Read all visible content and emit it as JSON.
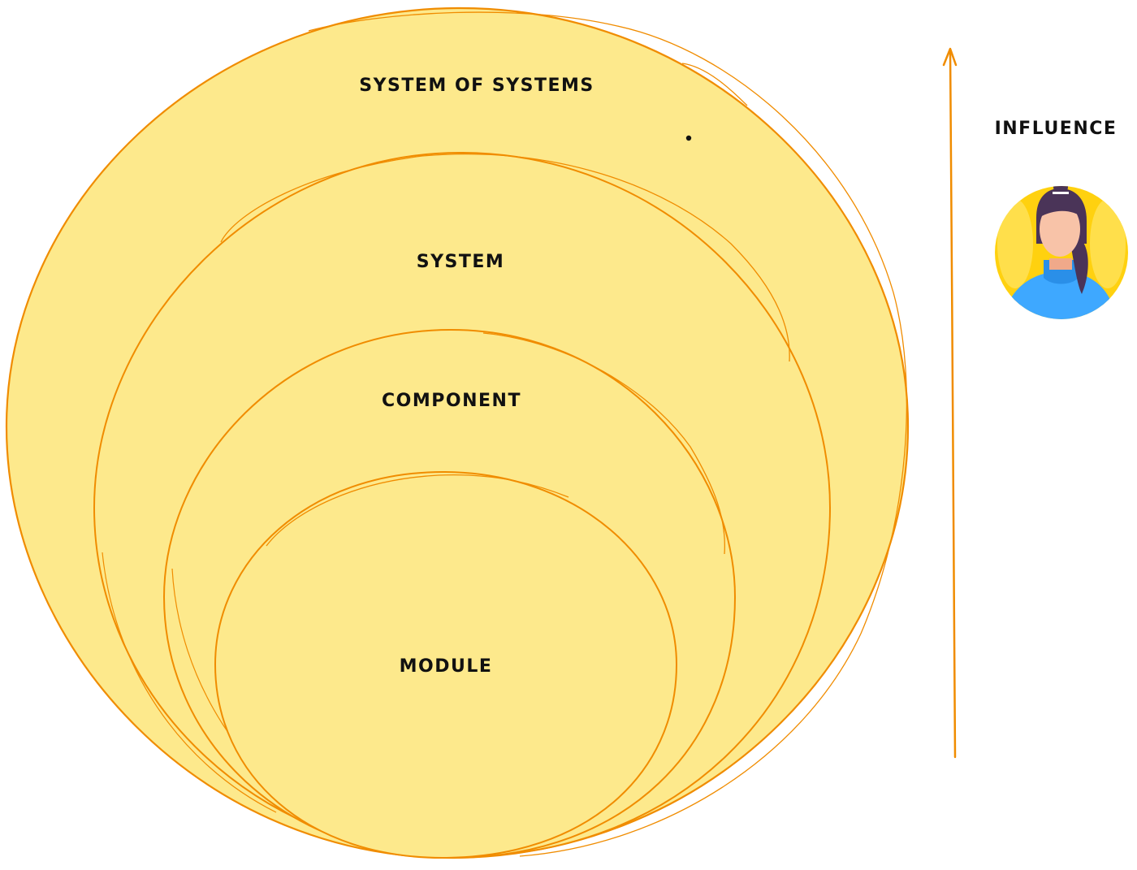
{
  "diagram": {
    "levels": [
      {
        "id": "system-of-systems",
        "label": "SYSTEM OF SYSTEMS"
      },
      {
        "id": "system",
        "label": "SYSTEM"
      },
      {
        "id": "component",
        "label": "COMPONENT"
      },
      {
        "id": "module",
        "label": "MODULE"
      }
    ],
    "axis": {
      "label": "INFLUENCE",
      "direction": "up"
    },
    "avatar": {
      "icon": "person-avatar-icon"
    },
    "colors": {
      "fill": "#fde98c",
      "stroke": "#f08c00",
      "avatar_bg": "#ffd10f",
      "avatar_shirt": "#3ea8ff",
      "avatar_hair": "#4a3458",
      "avatar_skin": "#f8c3a8"
    }
  }
}
